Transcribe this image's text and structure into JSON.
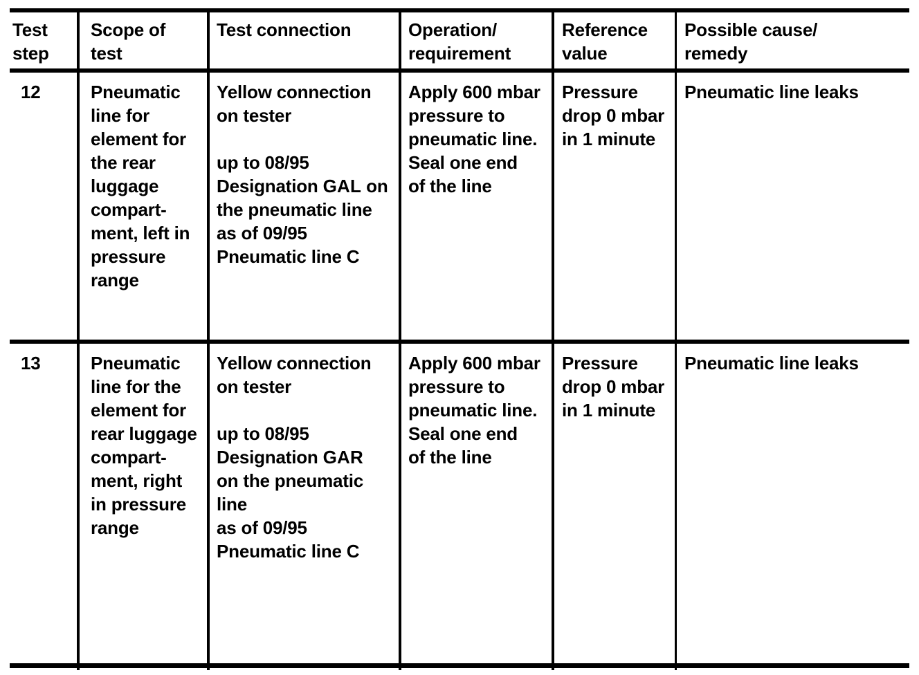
{
  "document": {
    "kind": "test-procedure-table",
    "title": "Test steps 12 and 13 - pneumatic line leak test"
  },
  "table": {
    "columns": [
      {
        "key": "test_step",
        "header": "Test\nstep"
      },
      {
        "key": "scope_of_test",
        "header": "Scope of\ntest"
      },
      {
        "key": "test_connection",
        "header": "Test connection"
      },
      {
        "key": "operation",
        "header": "Operation/\nrequirement"
      },
      {
        "key": "reference_value",
        "header": "Reference\nvalue"
      },
      {
        "key": "possible_cause",
        "header": "Possible cause/\nremedy"
      }
    ],
    "rows": [
      {
        "test_step": "12",
        "scope_of_test": "Pneumatic\nline for\nelement for\nthe rear\nluggage\ncompart-\nment, left in\npressure\nrange",
        "test_connection_pre": "Yellow connection\non tester\n\nup to 08/95\nDesignation ",
        "test_connection_bold1": "GAL",
        "test_connection_mid": " on\nthe pneumatic line\nas of 09/95\nPneumatic line ",
        "test_connection_bold2": "C",
        "operation": "Apply 600 mbar\npressure to\npneumatic line.\nSeal one end\nof the line",
        "reference_value": "Pressure\ndrop 0 mbar\nin 1 minute",
        "possible_cause": "Pneumatic line leaks"
      },
      {
        "test_step": "13",
        "scope_of_test": "Pneumatic\nline for the\nelement for\nrear luggage\ncompart-\nment, right\nin pressure\nrange",
        "test_connection_pre": "Yellow connection\non tester\n\nup to 08/95\nDesignation ",
        "test_connection_bold1": "GAR",
        "test_connection_mid": "\non the pneumatic\nline\nas of 09/95\nPneumatic line ",
        "test_connection_bold2": "C",
        "operation": "Apply 600 mbar\npressure to\npneumatic line.\nSeal one end\nof the line",
        "reference_value": "Pressure\ndrop 0 mbar\nin 1 minute",
        "possible_cause": "Pneumatic line leaks"
      }
    ]
  },
  "colors": {
    "ink": "#000000",
    "paper": "#ffffff"
  }
}
